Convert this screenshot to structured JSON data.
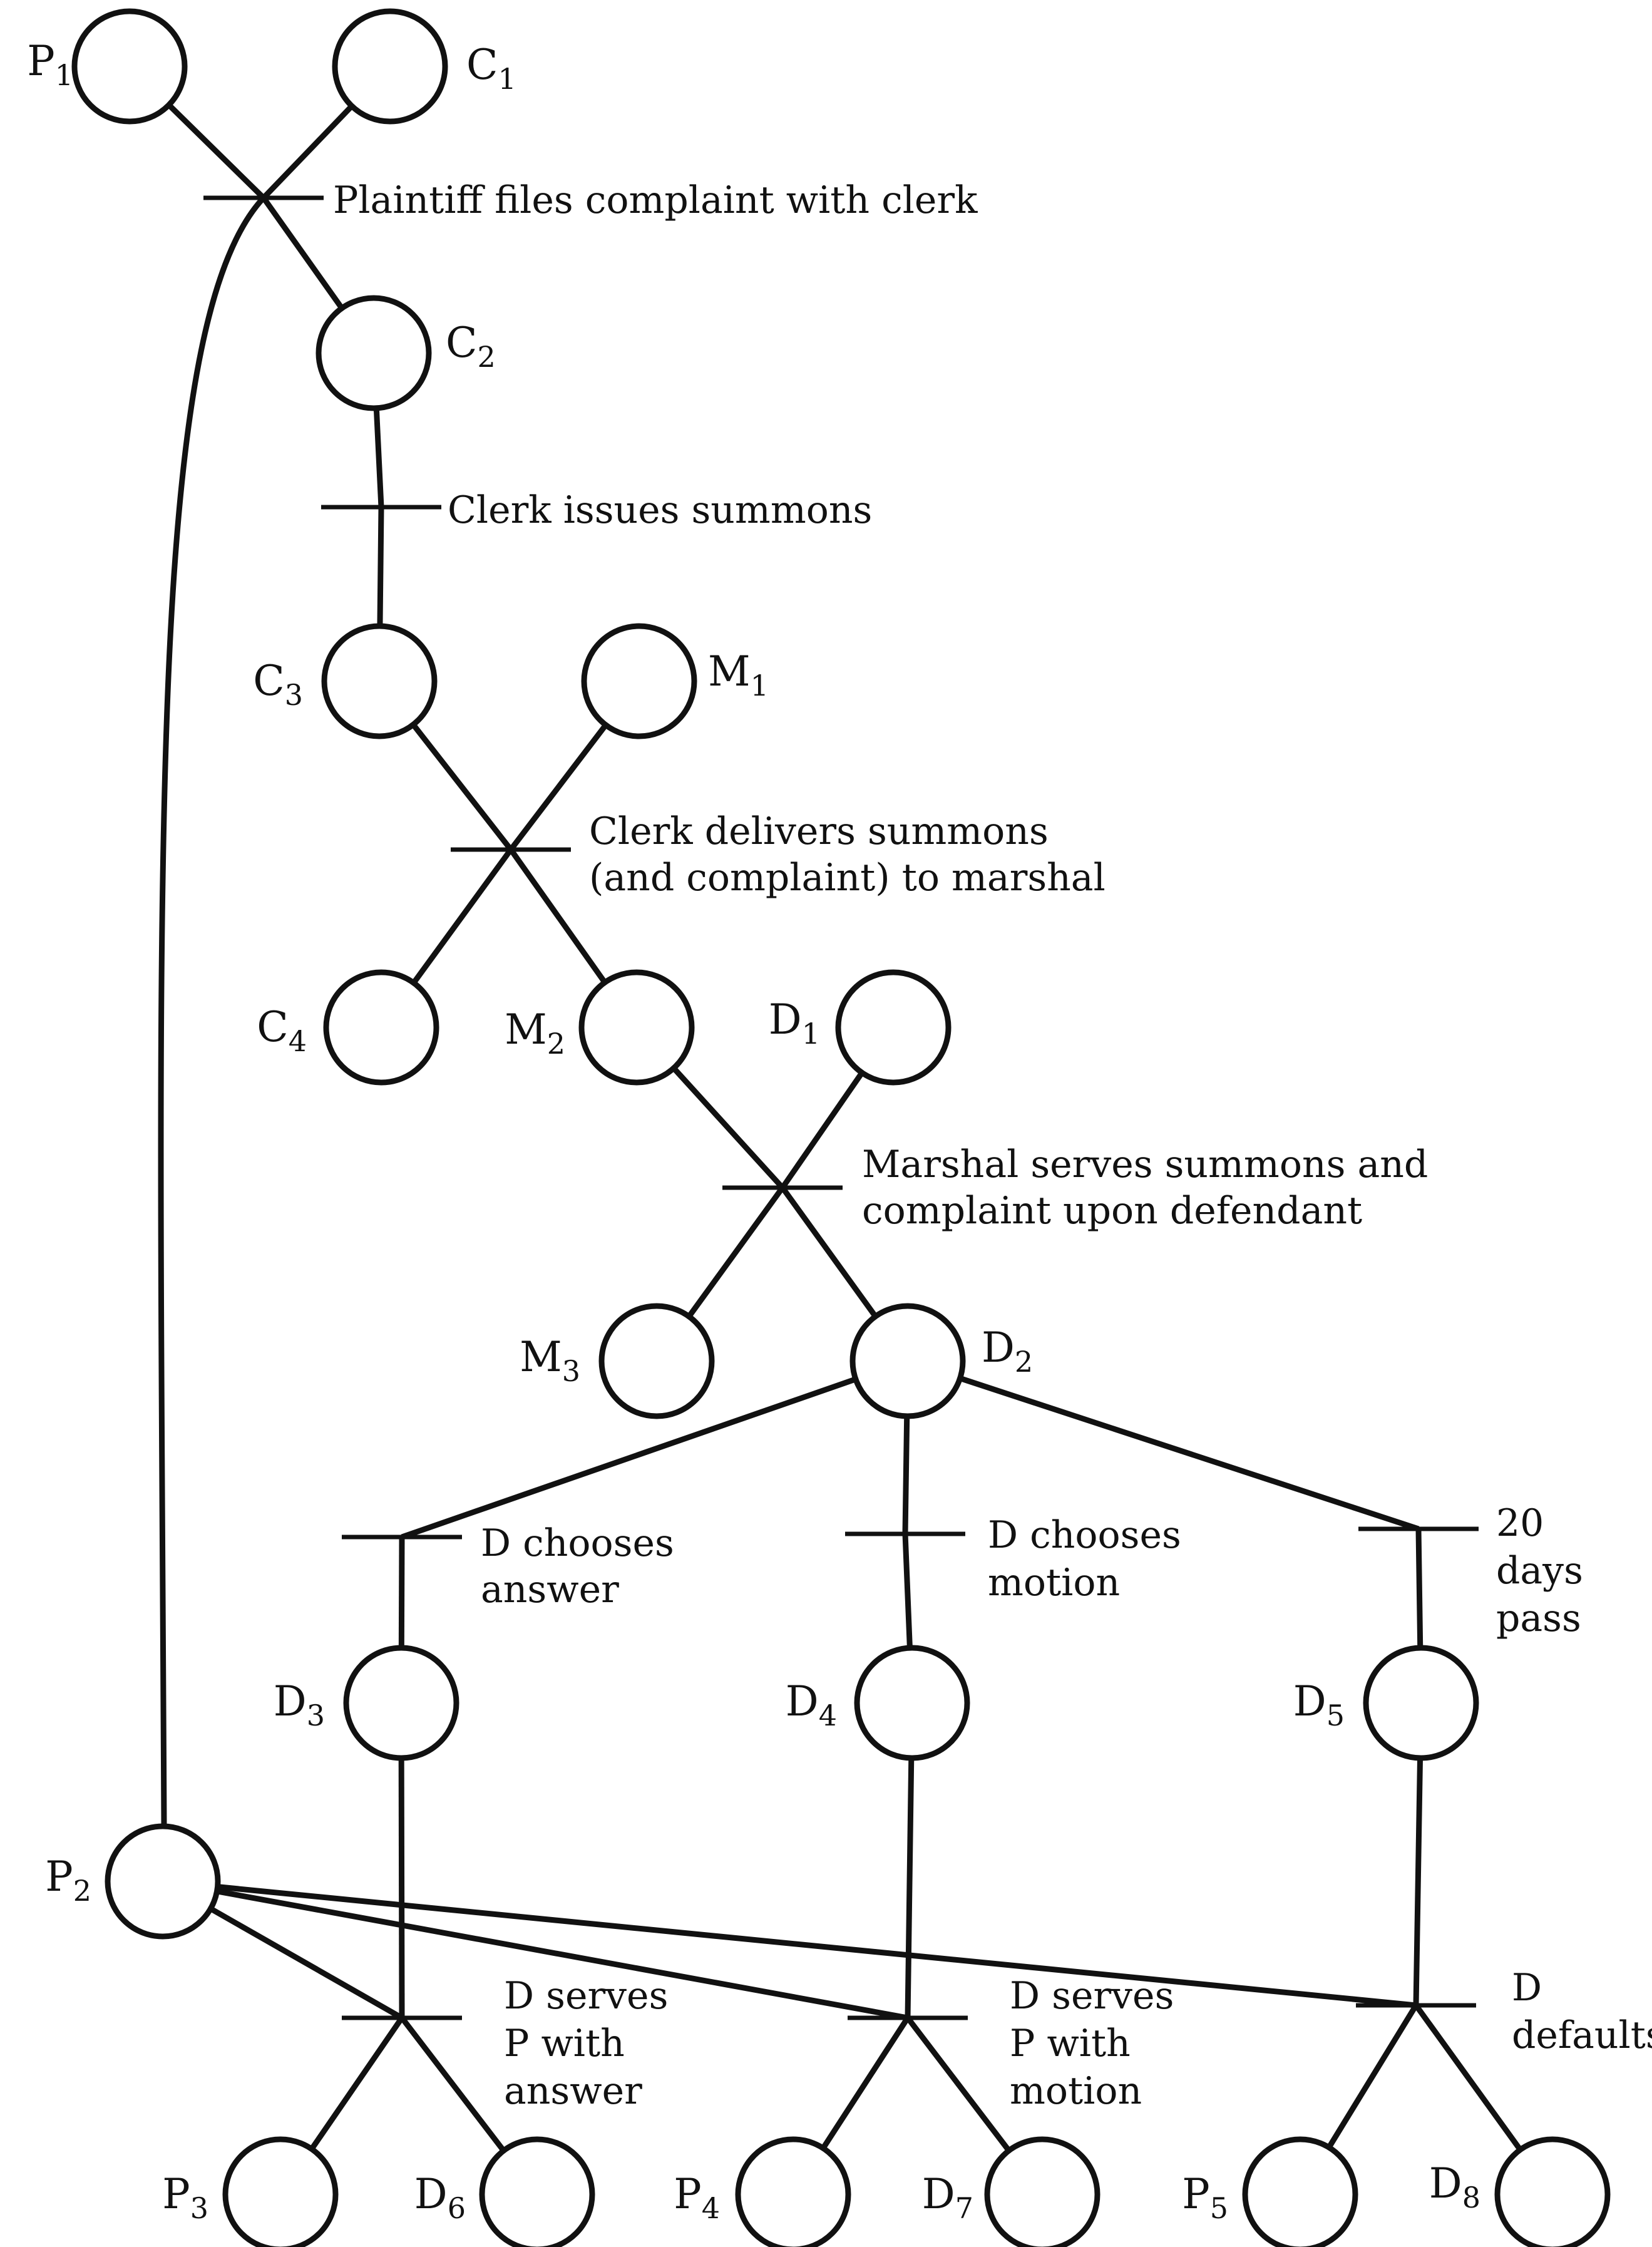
{
  "colors": {
    "ink": "#111111",
    "background": "#ffffff"
  },
  "places": [
    {
      "id": "P1",
      "letter": "P",
      "sub": "1"
    },
    {
      "id": "C1",
      "letter": "C",
      "sub": "1"
    },
    {
      "id": "C2",
      "letter": "C",
      "sub": "2"
    },
    {
      "id": "C3",
      "letter": "C",
      "sub": "3"
    },
    {
      "id": "M1",
      "letter": "M",
      "sub": "1"
    },
    {
      "id": "C4",
      "letter": "C",
      "sub": "4"
    },
    {
      "id": "M2",
      "letter": "M",
      "sub": "2"
    },
    {
      "id": "D1",
      "letter": "D",
      "sub": "1"
    },
    {
      "id": "M3",
      "letter": "M",
      "sub": "3"
    },
    {
      "id": "D2",
      "letter": "D",
      "sub": "2"
    },
    {
      "id": "D3",
      "letter": "D",
      "sub": "3"
    },
    {
      "id": "D4",
      "letter": "D",
      "sub": "4"
    },
    {
      "id": "D5",
      "letter": "D",
      "sub": "5"
    },
    {
      "id": "P2",
      "letter": "P",
      "sub": "2"
    },
    {
      "id": "P3",
      "letter": "P",
      "sub": "3"
    },
    {
      "id": "D6",
      "letter": "D",
      "sub": "6"
    },
    {
      "id": "P4",
      "letter": "P",
      "sub": "4"
    },
    {
      "id": "D7",
      "letter": "D",
      "sub": "7"
    },
    {
      "id": "P5",
      "letter": "P",
      "sub": "5"
    },
    {
      "id": "D8",
      "letter": "D",
      "sub": "8"
    }
  ],
  "transitions": [
    {
      "id": "t1",
      "lines": [
        "Plaintiff files complaint with clerk"
      ]
    },
    {
      "id": "t2",
      "lines": [
        "Clerk issues summons"
      ]
    },
    {
      "id": "t3",
      "lines": [
        "Clerk delivers summons",
        "(and complaint) to marshal"
      ]
    },
    {
      "id": "t4",
      "lines": [
        "Marshal serves summons and",
        "complaint upon defendant"
      ]
    },
    {
      "id": "t5",
      "lines": [
        "D chooses",
        "answer"
      ]
    },
    {
      "id": "t6",
      "lines": [
        "D chooses",
        "motion"
      ]
    },
    {
      "id": "t7",
      "lines": [
        "20",
        "days",
        "pass"
      ]
    },
    {
      "id": "t8",
      "lines": [
        "D serves",
        "P with",
        "answer"
      ]
    },
    {
      "id": "t9",
      "lines": [
        "D serves",
        "P with",
        "motion"
      ]
    },
    {
      "id": "t10",
      "lines": [
        "D",
        "defaults"
      ]
    }
  ],
  "arcs": [
    {
      "from": "P1",
      "to": "t1"
    },
    {
      "from": "C1",
      "to": "t1"
    },
    {
      "from": "t1",
      "to": "C2"
    },
    {
      "from": "t1",
      "to": "P2"
    },
    {
      "from": "C2",
      "to": "t2"
    },
    {
      "from": "t2",
      "to": "C3"
    },
    {
      "from": "C3",
      "to": "t3"
    },
    {
      "from": "M1",
      "to": "t3"
    },
    {
      "from": "t3",
      "to": "C4"
    },
    {
      "from": "t3",
      "to": "M2"
    },
    {
      "from": "M2",
      "to": "t4"
    },
    {
      "from": "D1",
      "to": "t4"
    },
    {
      "from": "t4",
      "to": "M3"
    },
    {
      "from": "t4",
      "to": "D2"
    },
    {
      "from": "D2",
      "to": "t5"
    },
    {
      "from": "D2",
      "to": "t6"
    },
    {
      "from": "D2",
      "to": "t7"
    },
    {
      "from": "t5",
      "to": "D3"
    },
    {
      "from": "t6",
      "to": "D4"
    },
    {
      "from": "t7",
      "to": "D5"
    },
    {
      "from": "P2",
      "to": "t8"
    },
    {
      "from": "P2",
      "to": "t9"
    },
    {
      "from": "P2",
      "to": "t10"
    },
    {
      "from": "D3",
      "to": "t8"
    },
    {
      "from": "D4",
      "to": "t9"
    },
    {
      "from": "D5",
      "to": "t10"
    },
    {
      "from": "t8",
      "to": "P3"
    },
    {
      "from": "t8",
      "to": "D6"
    },
    {
      "from": "t9",
      "to": "P4"
    },
    {
      "from": "t9",
      "to": "D7"
    },
    {
      "from": "t10",
      "to": "P5"
    },
    {
      "from": "t10",
      "to": "D8"
    }
  ]
}
